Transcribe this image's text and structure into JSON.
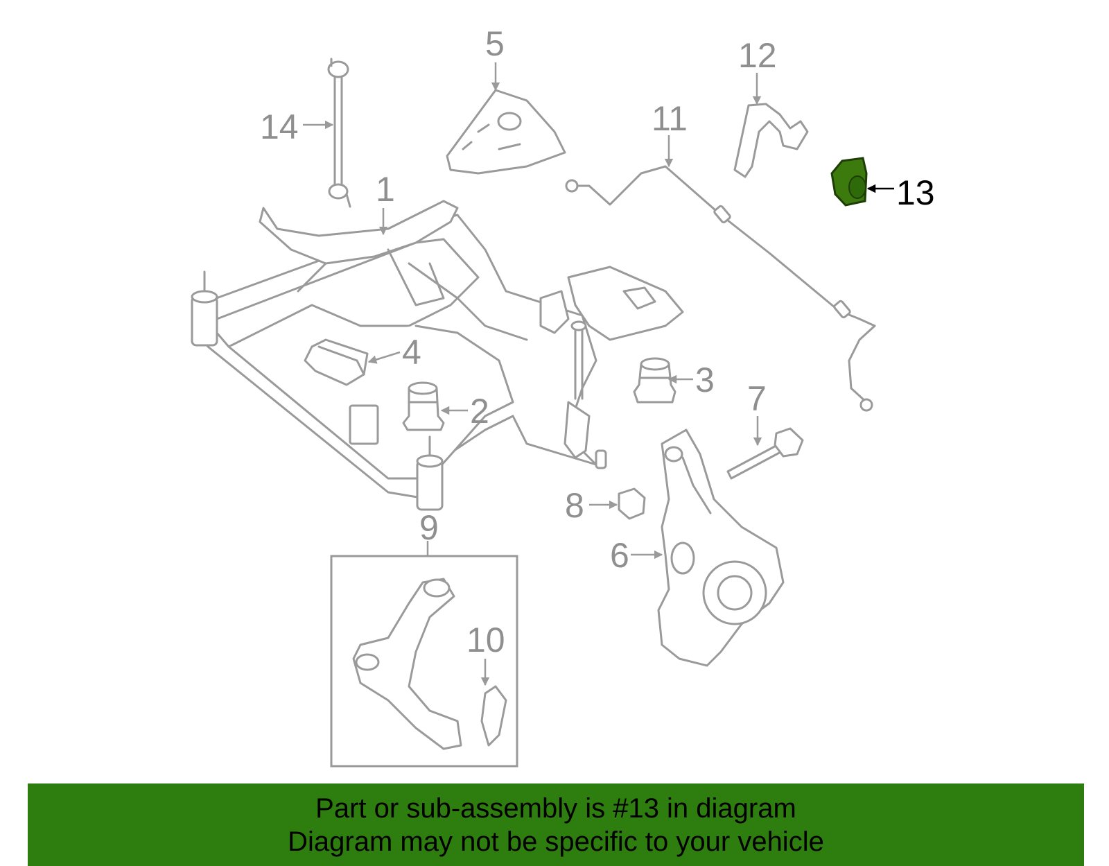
{
  "callouts": {
    "c1": "1",
    "c2": "2",
    "c3": "3",
    "c4": "4",
    "c5": "5",
    "c6": "6",
    "c7": "7",
    "c8": "8",
    "c9": "9",
    "c10": "10",
    "c11": "11",
    "c12": "12",
    "c13": "13",
    "c14": "14"
  },
  "highlight": {
    "part": "13",
    "color": "#3c7a0e"
  },
  "banner": {
    "line1": "Part or sub-assembly is #13 in diagram",
    "line2": "Diagram may not be specific to your vehicle",
    "background": "#2e7d0f"
  }
}
